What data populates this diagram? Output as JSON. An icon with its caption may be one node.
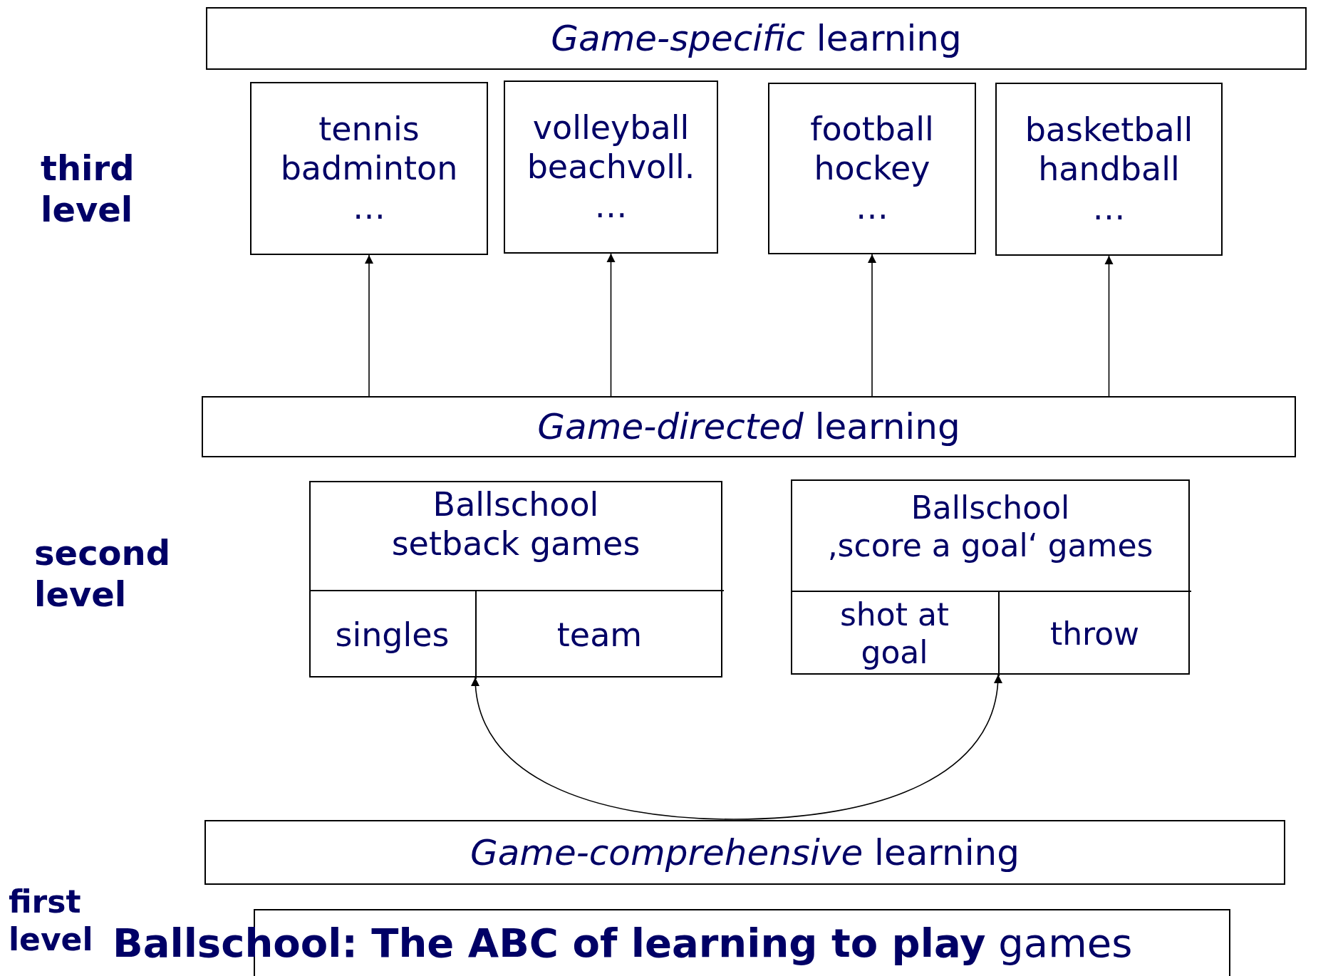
{
  "diagram": {
    "title": "**Ballschool: The ABC of learning to play** games",
    "nodes": [
      {
        "text": [
          "*Game-specific* learning"
        ]
      },
      {
        "text": [
          "tennis badminton …"
        ]
      },
      {
        "text": [
          "volleyball beachvoll. …"
        ]
      },
      {
        "text": [
          "football hockey …"
        ]
      },
      {
        "text": [
          "basketball handball …"
        ]
      },
      {
        "text": [
          "*Game-directed* learning"
        ]
      },
      {
        "text": [
          "Ballschool setback games"
        ]
      },
      {
        "text": [
          "singles"
        ],
        "in": 6
      },
      {
        "text": [
          "team"
        ],
        "in": 6
      },
      {
        "text": [
          "Ballschool ‚score a goal‘ games"
        ]
      },
      {
        "text": [
          "shot at goal"
        ],
        "in": 9
      },
      {
        "text": [
          "throw"
        ],
        "in": 9
      },
      {
        "text": [
          "*Game-comprehensive* learning"
        ]
      },
      {
        "text": [],
        "shape": "box"
      }
    ],
    "edges": [
      {
        "from": 5,
        "to": 1,
        "arrow": "to"
      },
      {
        "from": 5,
        "to": 2,
        "arrow": "to"
      },
      {
        "from": 5,
        "to": 3,
        "arrow": "to"
      },
      {
        "from": 5,
        "to": 4,
        "arrow": "to"
      },
      {
        "from": 12,
        "to": 6,
        "arrow": "to"
      },
      {
        "from": 12,
        "to": 9,
        "arrow": "to"
      }
    ],
    "labels": [
      "third level",
      "second level",
      "first level"
    ]
  }
}
